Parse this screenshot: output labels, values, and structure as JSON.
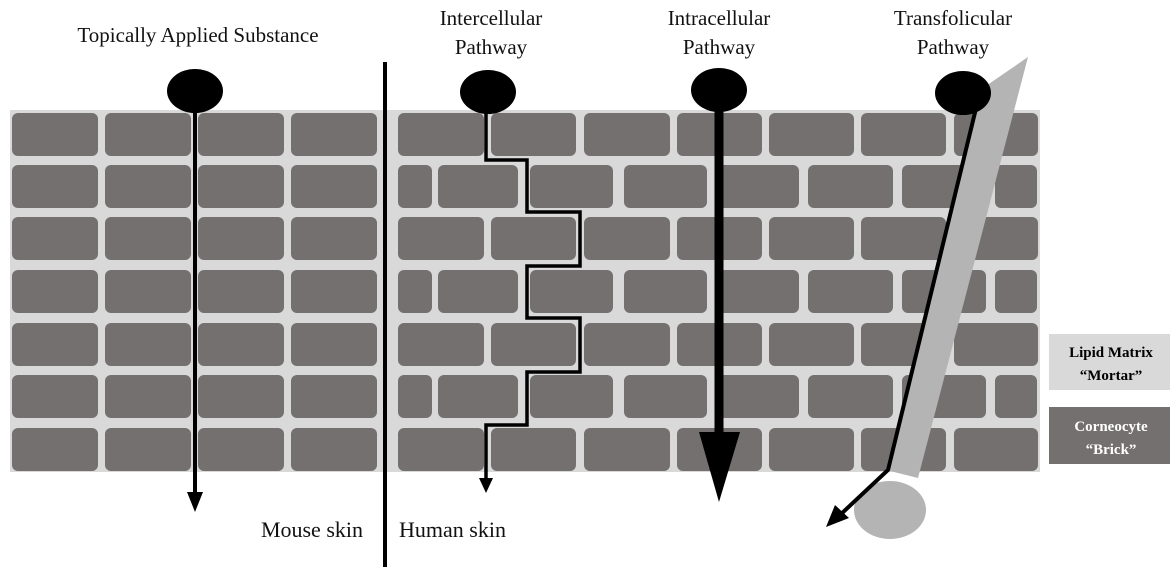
{
  "labels": {
    "topical": "Topically Applied Substance",
    "intercellular": [
      "Intercellular",
      "Pathway"
    ],
    "intracellular": [
      "Intracellular",
      "Pathway"
    ],
    "transfolicular": [
      "Transfolicular",
      "Pathway"
    ],
    "mouse_skin": "Mouse skin",
    "human_skin": "Human skin"
  },
  "legend": {
    "lipid": [
      "Lipid Matrix",
      "“Mortar”"
    ],
    "corneocyte": [
      "Corneocyte",
      "“Brick”"
    ]
  },
  "colors": {
    "brick": "#757070",
    "mortar": "#d9d9d9",
    "ink": "#000000",
    "follicle": "#b4b4b4",
    "legend_brick_text": "#ffffff",
    "legend_mortar_text": "#000000"
  },
  "icons": {
    "droplet": "ellipse",
    "arrow": "arrowhead",
    "follicle": "hair-follicle"
  }
}
